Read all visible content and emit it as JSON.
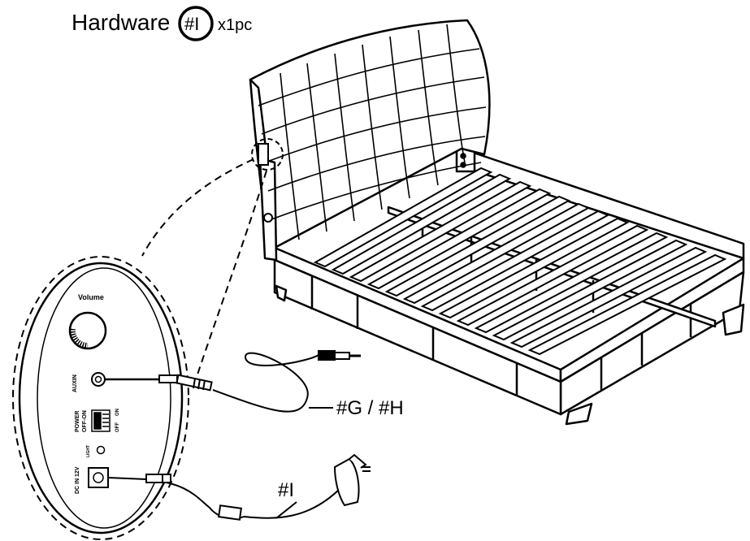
{
  "header": {
    "hardware_word": "Hardware",
    "hardware_code": "#I",
    "hardware_qty": "x1pc"
  },
  "panel": {
    "volume_label": "Volume",
    "auxin_label": "AUXIN",
    "power_label_1": "POWER",
    "power_label_2": "OFF-ON",
    "switch_on": "ON",
    "switch_off": "OFF",
    "light_label": "LIGHT",
    "dc_label": "DC IN 12V"
  },
  "callouts": {
    "audio_cable": "#G / #H",
    "power_adapter": "#I"
  }
}
